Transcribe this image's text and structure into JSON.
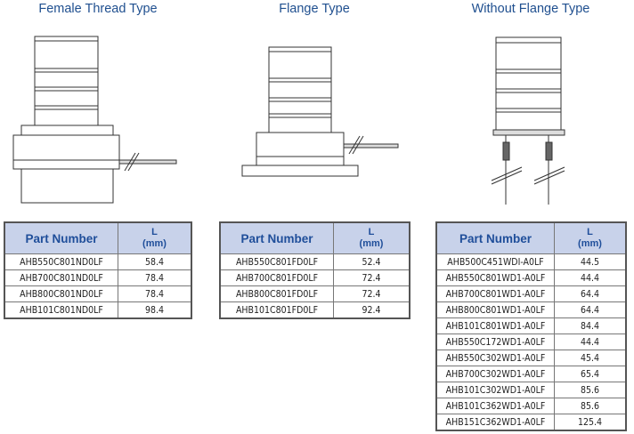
{
  "sections": [
    {
      "title": "Female Thread Type",
      "header": {
        "part": "Part Number",
        "l": "L",
        "unit": "(mm)"
      },
      "rows": [
        [
          "AHB550C801ND0LF",
          "58.4"
        ],
        [
          "AHB700C801ND0LF",
          "78.4"
        ],
        [
          "AHB800C801ND0LF",
          "78.4"
        ],
        [
          "AHB101C801ND0LF",
          "98.4"
        ]
      ]
    },
    {
      "title": "Flange Type",
      "header": {
        "part": "Part Number",
        "l": "L",
        "unit": "(mm)"
      },
      "rows": [
        [
          "AHB550C801FD0LF",
          "52.4"
        ],
        [
          "AHB700C801FD0LF",
          "72.4"
        ],
        [
          "AHB800C801FD0LF",
          "72.4"
        ],
        [
          "AHB101C801FD0LF",
          "92.4"
        ]
      ]
    },
    {
      "title": "Without Flange Type",
      "header": {
        "part": "Part Number",
        "l": "L",
        "unit": "(mm)"
      },
      "rows": [
        [
          "AHB500C451WDI-A0LF",
          "44.5"
        ],
        [
          "AHB550C801WD1-A0LF",
          "44.4"
        ],
        [
          "AHB700C801WD1-A0LF",
          "64.4"
        ],
        [
          "AHB800C801WD1-A0LF",
          "64.4"
        ],
        [
          "AHB101C801WD1-A0LF",
          "84.4"
        ],
        [
          "AHB550C172WD1-A0LF",
          "44.4"
        ],
        [
          "AHB550C302WD1-A0LF",
          "45.4"
        ],
        [
          "AHB700C302WD1-A0LF",
          "65.4"
        ],
        [
          "AHB101C302WD1-A0LF",
          "85.6"
        ],
        [
          "AHB101C362WD1-A0LF",
          "85.6"
        ],
        [
          "AHB151C362WD1-A0LF",
          "125.4"
        ]
      ]
    }
  ]
}
